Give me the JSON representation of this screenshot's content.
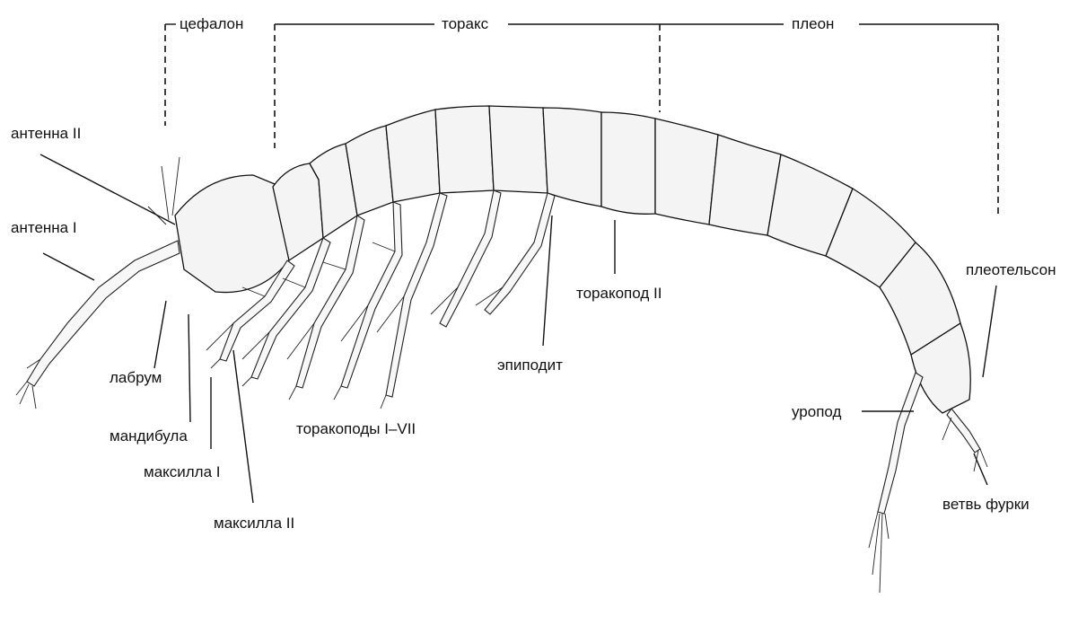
{
  "diagram": {
    "regions": {
      "cephalon": "цефалон",
      "thorax": "торакс",
      "pleon": "плеон"
    },
    "labels": {
      "antenna2": "антенна II",
      "antenna1": "антенна I",
      "labrum": "лабрум",
      "mandible": "мандибула",
      "maxilla1": "максилла I",
      "maxilla2": "максилла II",
      "thoracopods": "торакоподы I–VII",
      "epipodite": "эпиподит",
      "thoracopod2": "торакопод II",
      "pleotelson": "плеотельсон",
      "uropod": "уропод",
      "furca_branch": "ветвь фурки"
    }
  }
}
